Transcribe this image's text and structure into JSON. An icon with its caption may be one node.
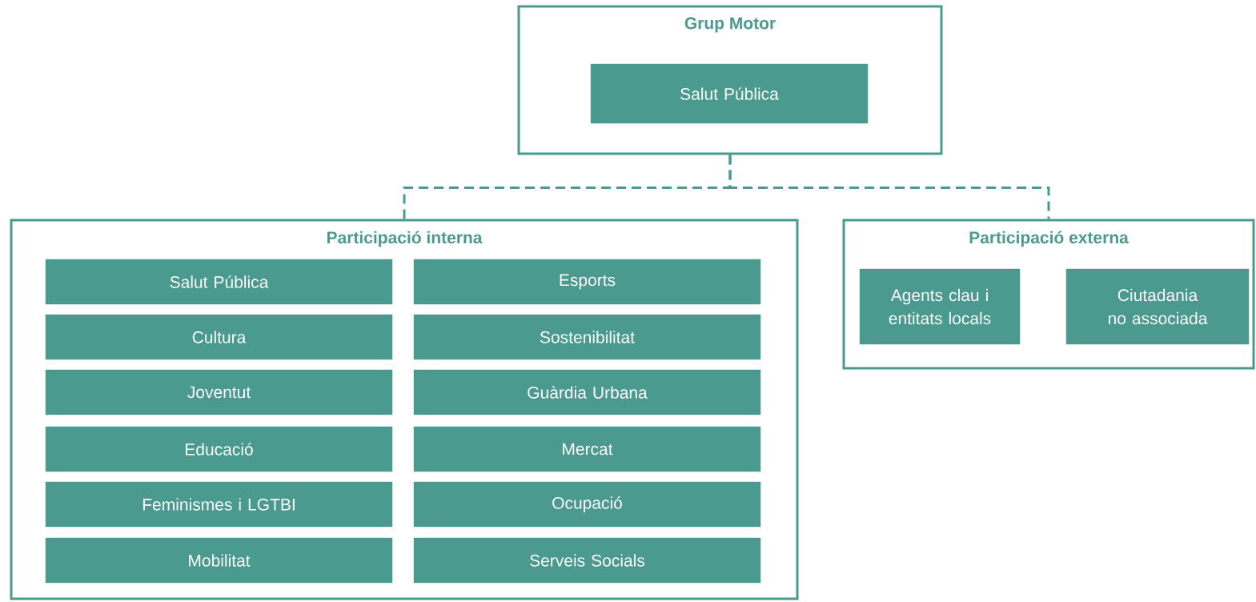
{
  "diagram": {
    "nodes": [
      {
        "text": [
          "Grup Motor"
        ]
      },
      {
        "text": [
          "Salut Pública"
        ],
        "in": 0
      },
      {
        "text": [
          "Participació interna"
        ]
      },
      {
        "text": [
          "Salut Pública"
        ],
        "in": 2
      },
      {
        "text": [
          "Esports"
        ],
        "in": 2
      },
      {
        "text": [
          "Cultura"
        ],
        "in": 2
      },
      {
        "text": [
          "Sostenibilitat"
        ],
        "in": 2
      },
      {
        "text": [
          "Joventut"
        ],
        "in": 2
      },
      {
        "text": [
          "Guàrdia Urbana"
        ],
        "in": 2
      },
      {
        "text": [
          "Educació"
        ],
        "in": 2
      },
      {
        "text": [
          "Mercat"
        ],
        "in": 2
      },
      {
        "text": [
          "Feminismes i LGTBI"
        ],
        "in": 2
      },
      {
        "text": [
          "Ocupació"
        ],
        "in": 2
      },
      {
        "text": [
          "Mobilitat"
        ],
        "in": 2
      },
      {
        "text": [
          "Serveis Socials"
        ],
        "in": 2
      },
      {
        "text": [
          "Participació externa"
        ]
      },
      {
        "text": [
          "Agents clau i entitats locals"
        ],
        "in": 15
      },
      {
        "text": [
          "Ciutadania no associada"
        ],
        "in": 15
      }
    ],
    "edges": [
      {
        "from": 0,
        "to": 2,
        "arrow": "none",
        "style": "dashed"
      },
      {
        "from": 0,
        "to": 15,
        "arrow": "none",
        "style": "dashed"
      }
    ]
  }
}
